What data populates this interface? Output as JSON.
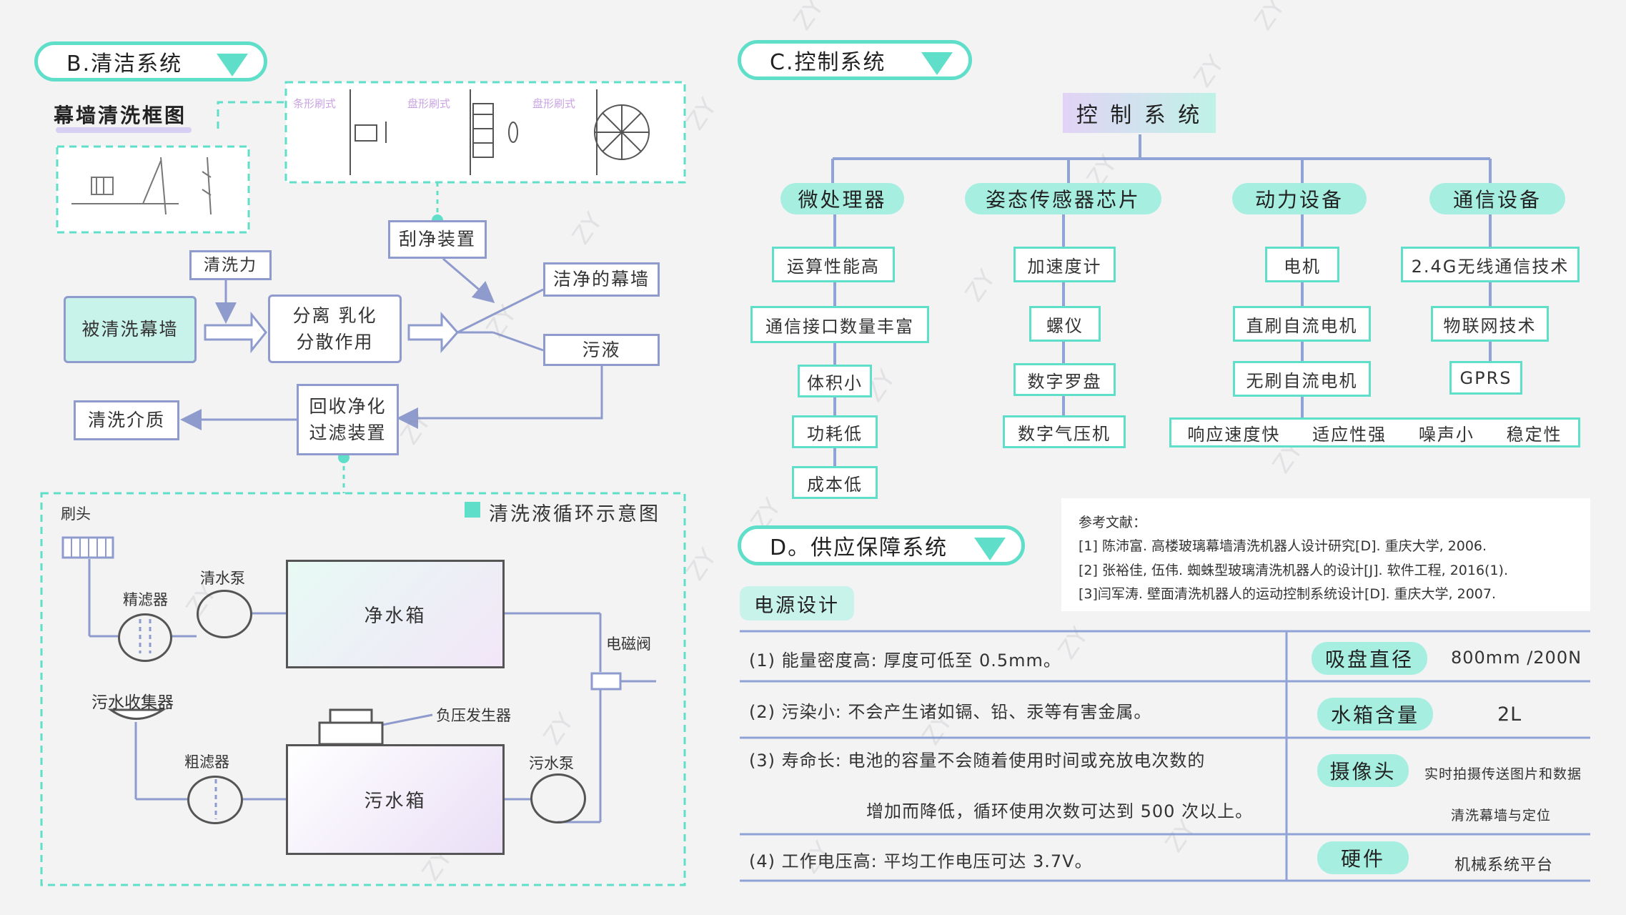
{
  "sections": {
    "cleaning_title": "B.清洁系统",
    "control_title": "C.控制系统",
    "supply_title": "D。供应保障系统"
  },
  "cleaning": {
    "frame_title": "幕墙清洗框图",
    "brush_labels": [
      "条形刷式",
      "盘形刷式",
      "盘形刷式"
    ],
    "wiper_device": "刮净装置",
    "cleaning_force": "清洗力",
    "wall_to_clean": "被清洗幕墙",
    "separation": [
      "分离 乳化",
      "分散作用"
    ],
    "clean_wall": "洁净的幕墙",
    "waste_liquid": "污液",
    "recovery": [
      "回收净化",
      "过滤装置"
    ],
    "medium": "清洗介质"
  },
  "loop": {
    "title": "清洗液循环示意图",
    "brush_head": "刷头",
    "fine_filter": "精滤器",
    "clean_pump": "清水泵",
    "clean_tank": "净水箱",
    "solenoid_valve": "电磁阀",
    "sewage_collector": "污水收集器",
    "vacuum_generator": "负压发生器",
    "coarse_filter": "粗滤器",
    "waste_pump": "污水泵",
    "waste_tank": "污水箱"
  },
  "control": {
    "root": "控 制 系 统",
    "categories": [
      {
        "name": "微处理器",
        "items": [
          "运算性能高",
          "通信接口数量丰富",
          "体积小",
          "功耗低",
          "成本低"
        ]
      },
      {
        "name": "姿态传感器芯片",
        "items": [
          "加速度计",
          "螺仪",
          "数字罗盘",
          "数字气压机"
        ]
      },
      {
        "name": "动力设备",
        "items": [
          "电机",
          "直刷自流电机",
          "无刷自流电机"
        ]
      },
      {
        "name": "通信设备",
        "items": [
          "2.4G无线通信技术",
          "物联网技术",
          "GPRS"
        ]
      }
    ],
    "bottom_features": [
      "响应速度快",
      "适应性强",
      "噪声小",
      "稳定性"
    ]
  },
  "references": {
    "title": "参考文献：",
    "items": [
      "[1] 陈沛富. 高楼玻璃幕墙清洗机器人设计研究[D]. 重庆大学, 2006.",
      "[2] 张裕佳, 伍伟. 蜘蛛型玻璃清洗机器人的设计[J]. 软件工程, 2016(1).",
      "[3]闫军涛. 壁面清洗机器人的运动控制系统设计[D]. 重庆大学, 2007."
    ]
  },
  "supply": {
    "power_title": "电源设计",
    "rows": [
      {
        "label": "(1) 能量密度高:",
        "text": "厚度可低至 0.5mm。"
      },
      {
        "label": "(2) 污染小:",
        "text": "不会产生诸如镉、铅、汞等有害金属。"
      },
      {
        "label": "(3) 寿命长:",
        "text": "电池的容量不会随着使用时间或充放电次数的",
        "text2": "增加而降低，循环使用次数可达到 500 次以上。"
      },
      {
        "label": "(4) 工作电压高:",
        "text": "平均工作电压可达 3.7V。"
      }
    ],
    "specs": [
      {
        "name": "吸盘直径",
        "value": "800mm /200N"
      },
      {
        "name": "水箱含量",
        "value": "2L"
      },
      {
        "name": "摄像头",
        "value": "实时拍摄传送图片和数据",
        "value2": "清洗幕墙与定位"
      },
      {
        "name": "硬件",
        "value": "机械系统平台"
      }
    ]
  },
  "watermark": "ZY",
  "colors": {
    "accent": "#5fdfc9",
    "line": "#8e9bcc",
    "tree_line": "#8fa3d6"
  }
}
